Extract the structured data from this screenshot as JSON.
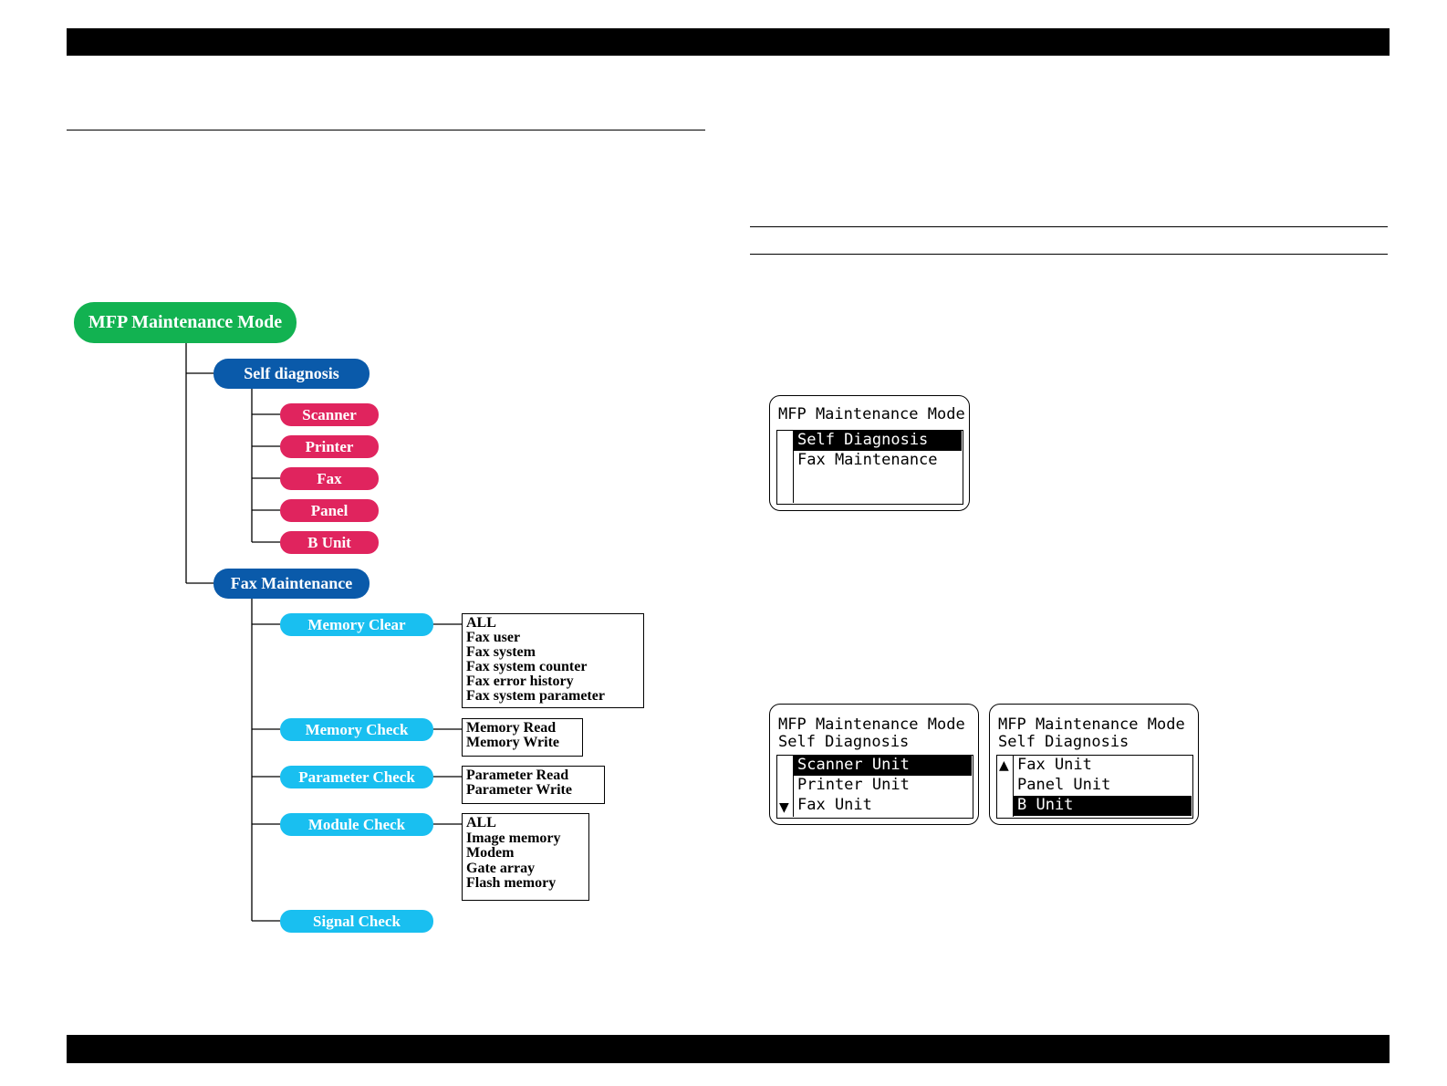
{
  "tree": {
    "root": "MFP Maintenance Mode",
    "self_diagnosis": {
      "label": "Self diagnosis",
      "children": [
        "Scanner",
        "Printer",
        "Fax",
        "Panel",
        "B Unit"
      ]
    },
    "fax_maintenance": {
      "label": "Fax Maintenance",
      "children": [
        {
          "label": "Memory Clear",
          "options": [
            "ALL",
            "Fax user",
            "Fax system",
            "Fax system counter",
            "Fax error history",
            "Fax system parameter"
          ]
        },
        {
          "label": "Memory Check",
          "options": [
            "Memory Read",
            "Memory Write"
          ]
        },
        {
          "label": "Parameter Check",
          "options": [
            "Parameter Read",
            "Parameter Write"
          ]
        },
        {
          "label": "Module Check",
          "options": [
            "ALL",
            "Image memory",
            "Modem",
            "Gate array",
            "Flash memory"
          ]
        },
        {
          "label": "Signal Check",
          "options": []
        }
      ]
    },
    "colors": {
      "root": "#12b251",
      "level1": "#0a5aaa",
      "self_diag_items": "#e0245e",
      "fax_items": "#19bff0"
    }
  },
  "lcd1": {
    "title": "MFP Maintenance Mode",
    "items": [
      "Self Diagnosis",
      "Fax Maintenance"
    ],
    "selected_index": 0
  },
  "lcd2": {
    "title_line1": "MFP Maintenance Mode",
    "title_line2": "Self Diagnosis",
    "items": [
      "Scanner Unit",
      "Printer Unit",
      "Fax Unit"
    ],
    "selected_index": 0,
    "arrow": "▼"
  },
  "lcd3": {
    "title_line1": "MFP Maintenance Mode",
    "title_line2": "Self Diagnosis",
    "items": [
      "Fax Unit",
      "Panel Unit",
      "B Unit"
    ],
    "selected_index": 2,
    "arrow": "▲"
  }
}
